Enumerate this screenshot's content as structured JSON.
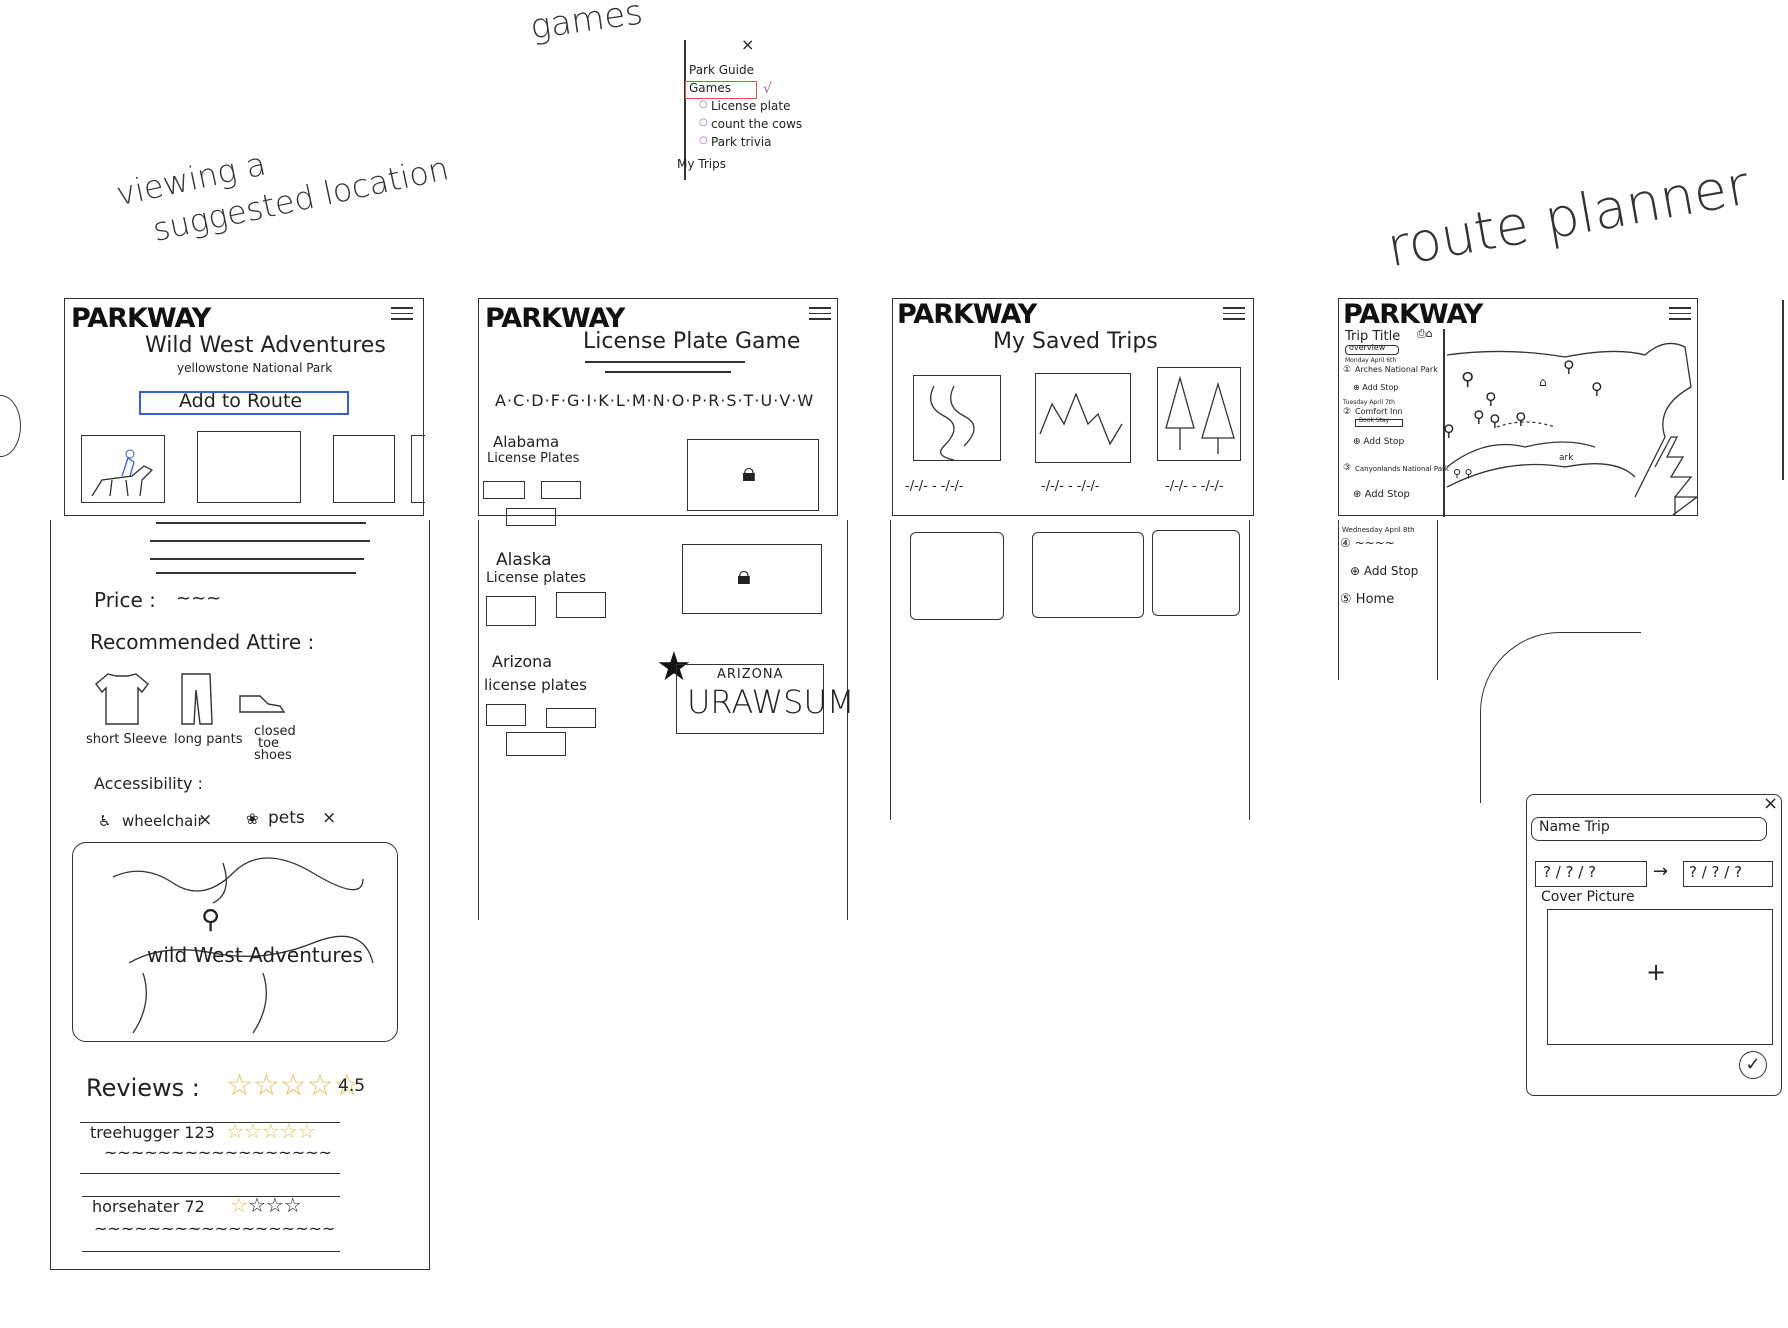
{
  "notes": {
    "games": "games",
    "viewing": "viewing a",
    "suggested": "suggested location",
    "route_planner": "route planner"
  },
  "menu": {
    "close": "×",
    "items": [
      "Park Guide",
      "Games",
      "License plate",
      "count the cows",
      "Park trivia",
      "My Trips"
    ],
    "check": "√"
  },
  "screen1": {
    "logo": "PARKWAY",
    "title": "Wild West Adventures",
    "subtitle": "yellowstone National Park",
    "add_button": "Add to Route",
    "price_label": "Price :",
    "attire_label": "Recommended Attire :",
    "attire_items": [
      "short Sleeve",
      "long pants",
      "closed",
      "toe",
      "shoes"
    ],
    "accessibility_label": "Accessibility :",
    "access_items": [
      "wheelchair",
      "pets"
    ],
    "access_x": "×",
    "map_label": "wild West Adventures",
    "reviews_label": "Reviews :",
    "rating": "4.5",
    "reviews": [
      {
        "user": "treehugger 123"
      },
      {
        "user": "horsehater 72"
      }
    ]
  },
  "screen2": {
    "logo": "PARKWAY",
    "title": "License Plate Game",
    "alphabet": "A·C·D·F·G·I·K·L·M·N·O·P·R·S·T·U·V·W",
    "states": [
      {
        "name": "Alabama",
        "sub": "License Plates"
      },
      {
        "name": "Alaska",
        "sub": "License plates"
      },
      {
        "name": "Arizona",
        "sub": "license plates"
      }
    ],
    "plate_state": "ARIZONA",
    "plate_text": "URAWSUM"
  },
  "screen3": {
    "logo": "PARKWAY",
    "title": "My Saved Trips",
    "dates": [
      "-/-/- - -/-/-",
      "-/-/- - -/-/-",
      "-/-/- - -/-/-"
    ]
  },
  "screen4": {
    "logo": "PARKWAY",
    "trip_title": "Trip Title",
    "overview": "overview",
    "days": [
      "Monday April 6th",
      "Tuesday April 7th",
      "Wednesday April 8th"
    ],
    "stops": [
      "Arches National Park",
      "Add Stop",
      "Comfort Inn",
      "Book Stay",
      "Add Stop",
      "Canyonlands National Park",
      "Add Stop",
      "Add Stop",
      "Home"
    ],
    "map_label": "ark"
  },
  "modal": {
    "close": "×",
    "name_placeholder": "Name Trip",
    "date_start": "? / ? / ?",
    "arrow": "→",
    "date_end": "? / ? / ?",
    "cover_label": "Cover Picture",
    "plus": "+",
    "check": "✓"
  }
}
